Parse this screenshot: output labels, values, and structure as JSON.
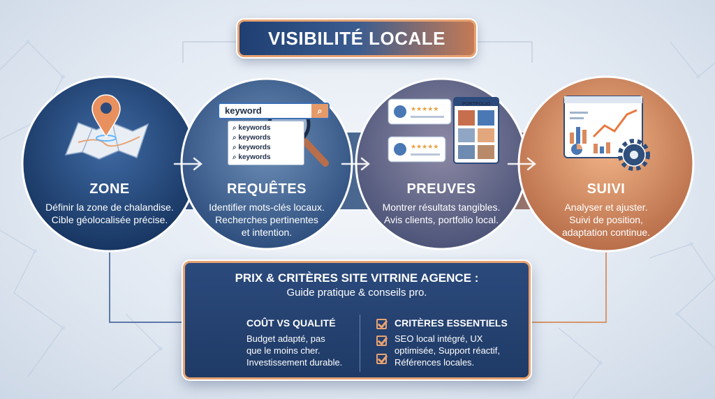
{
  "title": "VISIBILITÉ LOCALE",
  "steps": [
    {
      "title": "ZONE",
      "lines": [
        "Définir la zone de chalandise.",
        "Cible géolocalisée précise."
      ]
    },
    {
      "title": "REQUÊTES",
      "lines": [
        "Identifier mots-clés locaux.",
        "Recherches pertinentes",
        "et intention."
      ]
    },
    {
      "title": "PREUVES",
      "lines": [
        "Montrer résultats tangibles.",
        "Avis clients, portfolio local."
      ]
    },
    {
      "title": "SUIVI",
      "lines": [
        "Analyser et ajuster.",
        "Suivi de position,",
        "adaptation continue."
      ]
    }
  ],
  "search": {
    "query": "keyword",
    "suggestions": [
      "keywords",
      "keywords",
      "keywords",
      "keywords"
    ]
  },
  "portfolio_label": "PORTFOLIO",
  "panel": {
    "title": "PRIX & CRITÈRES SITE VITRINE AGENCE :",
    "subtitle": "Guide pratique & conseils pro.",
    "left": {
      "heading": "COÛT VS QUALITÉ",
      "lines": [
        "Budget adapté, pas",
        "que le moins cher.",
        "Investissement durable."
      ]
    },
    "right": {
      "heading": "CRITÈRES ESSENTIELS",
      "lines": [
        "SEO local intégré, UX",
        "optimisée, Support réactif,",
        "Références locales."
      ]
    }
  },
  "colors": {
    "navy": "#1f3a66",
    "blue": "#2b5a9a",
    "accent": "#e8a272",
    "orange": "#d98a5e"
  }
}
